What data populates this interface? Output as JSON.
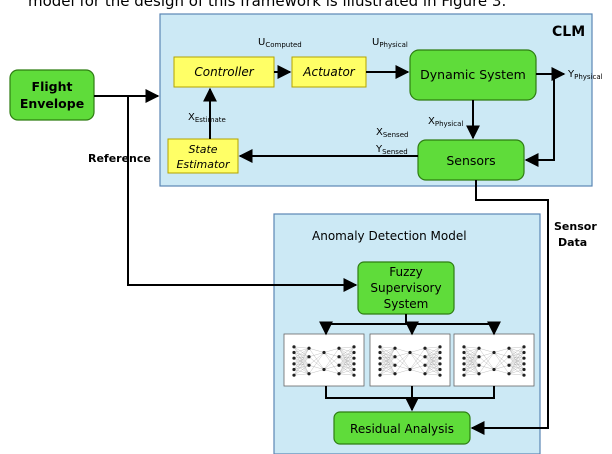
{
  "top_text": "model for the design of this framework is illustrated in Figure 3.",
  "clm": {
    "title": "CLM",
    "controller": "Controller",
    "actuator": "Actuator",
    "dynamic_system": "Dynamic System",
    "sensors": "Sensors",
    "state_estimator_line1": "State",
    "state_estimator_line2": "Estimator",
    "u_computed_main": "U",
    "u_computed_sub": "Computed",
    "u_physical_main": "U",
    "u_physical_sub": "Physical",
    "y_physical_main": "Y",
    "y_physical_sub": "Physical",
    "x_physical_main": "X",
    "x_physical_sub": "Physical",
    "x_sensed_main": "X",
    "x_sensed_sub": "Sensed",
    "y_sensed_main": "Y",
    "y_sensed_sub": "Sensed",
    "x_estimate_main": "X",
    "x_estimate_sub": "Estimate"
  },
  "flight_envelope_line1": "Flight",
  "flight_envelope_line2": "Envelope",
  "reference": "Reference",
  "sensor_data_line1": "Sensor",
  "sensor_data_line2": "Data",
  "adm": {
    "title": "Anomaly Detection Model",
    "fuzzy_line1": "Fuzzy",
    "fuzzy_line2": "Supervisory",
    "fuzzy_line3": "System",
    "residual": "Residual Analysis"
  },
  "colors": {
    "panel_fill": "#cce9f5",
    "panel_stroke": "#5a86b3",
    "green_fill": "#5fdc3a",
    "green_stroke": "#2e7d12",
    "yellow_fill": "#ffff66",
    "yellow_stroke": "#b3a300"
  }
}
